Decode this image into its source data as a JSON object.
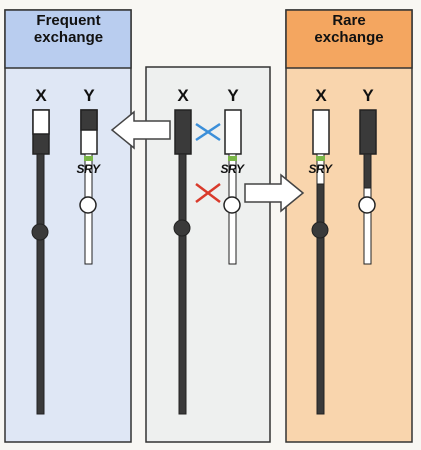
{
  "panels": {
    "left": {
      "title_line1": "Frequent",
      "title_line2": "exchange",
      "fill": "#dfe7f5",
      "header_fill": "#b9cdef"
    },
    "middle": {
      "fill": "#eef0ef"
    },
    "right": {
      "title_line1": "Rare",
      "title_line2": "exchange",
      "fill": "#f9d5ad",
      "header_fill": "#f4a660"
    }
  },
  "labels": {
    "x": "X",
    "y": "Y",
    "gene": "SRY"
  },
  "colors": {
    "chromosome_dark": "#3a3a3a",
    "chromosome_light": "#ffffff",
    "gene_marker": "#7ab648",
    "cross_allowed": "#3b8fd9",
    "cross_blocked": "#d93a2b",
    "outline": "#333333"
  },
  "icons": {
    "arrow_left": "arrow-left-icon",
    "arrow_right": "arrow-right-icon",
    "cross_blue": "crossover-allowed-icon",
    "cross_red": "crossover-blocked-icon"
  }
}
